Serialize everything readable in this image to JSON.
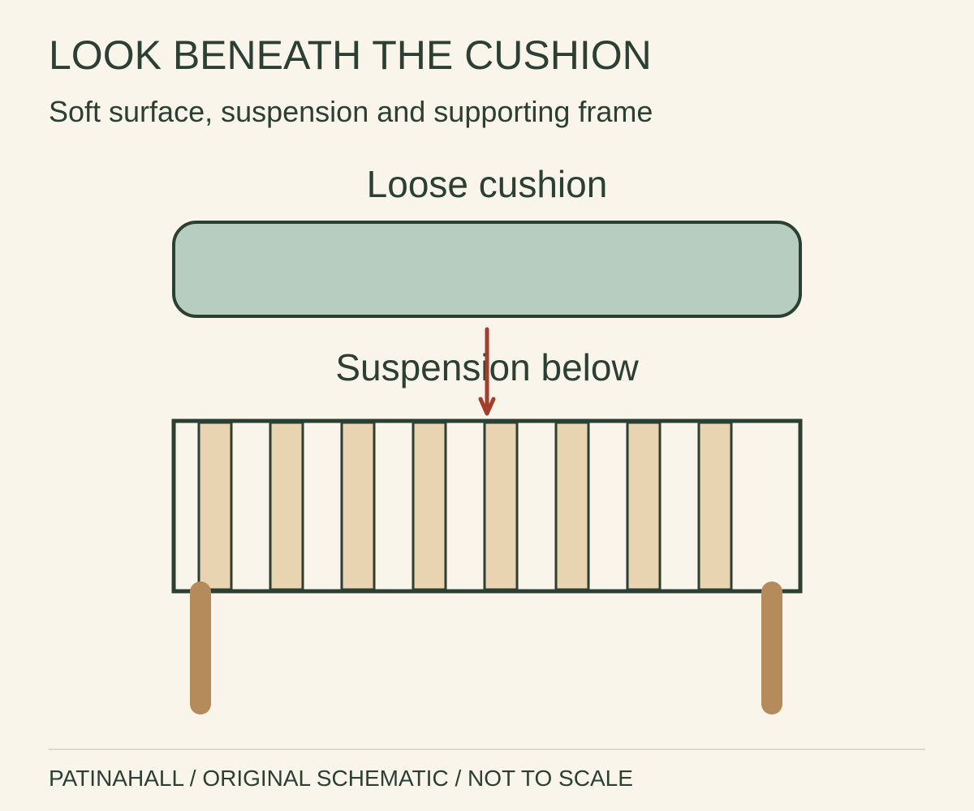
{
  "title": "LOOK BENEATH THE CUSHION",
  "subtitle": "Soft surface, suspension and supporting frame",
  "labels": {
    "cushion": "Loose cushion",
    "suspension": "Suspension below"
  },
  "footer": "PATINAHALL / ORIGINAL SCHEMATIC / NOT TO SCALE",
  "diagram": {
    "slat_count": 8,
    "leg_count": 2,
    "icons": {
      "arrow": "down-arrow-icon"
    }
  },
  "colors": {
    "background": "#faf5eb",
    "ink": "#2b3f33",
    "cushion_fill": "#b7cdbf",
    "slat_fill": "#e8d4b0",
    "leg": "#b68b5c",
    "arrow": "#a63d2a",
    "divider": "#dcd8cf"
  }
}
